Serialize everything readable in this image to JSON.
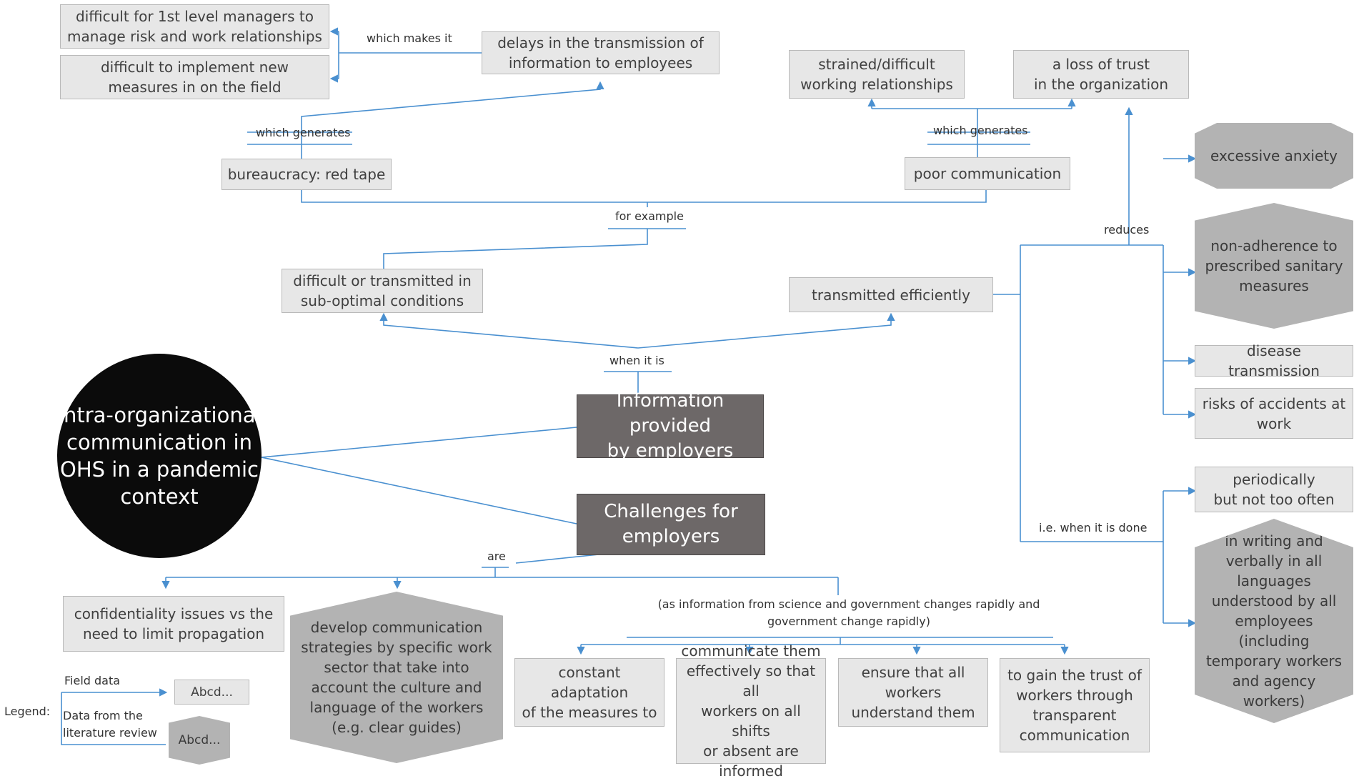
{
  "central": "Intra-organizational\ncommunication in\nOHS in a pandemic\ncontext",
  "info_box": "Information provided\nby employers",
  "challenges_box": "Challenges for\nemployers",
  "links": {
    "which_makes_it": "which makes it",
    "which_generates_left": "which generates",
    "which_generates_right": "which generates",
    "for_example": "for example",
    "when_it_is": "when it is",
    "reduces": "reduces",
    "ie_when_done": "i.e. when it is done",
    "are": "are"
  },
  "top_left": {
    "difficult_managers": "difficult for 1st level managers to\nmanage risk and work relationships",
    "difficult_implement": "difficult to implement new\nmeasures in on the field",
    "delays": "delays in the transmission of\ninformation to employees",
    "bureaucracy": "bureaucracy: red tape"
  },
  "top_right": {
    "strained": "strained/difficult\nworking relationships",
    "loss_trust": "a loss of trust\nin the organization",
    "poor_comm": "poor communication"
  },
  "middle": {
    "difficult_transmitted": "difficult or transmitted in\nsub-optimal conditions",
    "transmitted_efficiently": "transmitted efficiently"
  },
  "reduces_items": {
    "excessive_anxiety": "excessive anxiety",
    "non_adherence": "non-adherence to\nprescribed sanitary\nmeasures",
    "disease_transmission": "disease transmission",
    "risks_accidents": "risks of accidents at\nwork"
  },
  "when_done_items": {
    "periodically": "periodically\nbut not too often",
    "in_writing": "in writing and\nverbally  in all\nlanguages\nunderstood by all\nemployees (including\ntemporary workers\nand agency workers)"
  },
  "challenges_items": {
    "confidentiality": "confidentiality issues vs the\nneed to limit propagation",
    "develop": "develop communication\nstrategies by specific work\nsector that take into\naccount the culture and\nlanguage of the workers\n(e.g. clear guides)",
    "note": "(as information  from science  and government  changes rapidly and\ngovernment  change rapidly)",
    "constant": "constant\nadaptation\nof the measures to",
    "communicate": "communicate them\neffectively so that all\nworkers on all shifts\nor absent are\ninformed",
    "ensure": "ensure that all\nworkers\nunderstand them",
    "gain_trust": "to gain the trust of\nworkers through\ntransparent\ncommunication"
  },
  "legend": {
    "title": "Legend:",
    "field_data": "Field data",
    "literature": "Data from the\nliterature  review",
    "sample_box": "Abcd...",
    "sample_hex": "Abcd..."
  },
  "colors": {
    "connector": "#4a90d0",
    "box_fill": "#e7e7e7",
    "hex_fill": "#b3b3b3",
    "dark_fill": "#6d6868",
    "circle_fill": "#0b0b0b"
  }
}
